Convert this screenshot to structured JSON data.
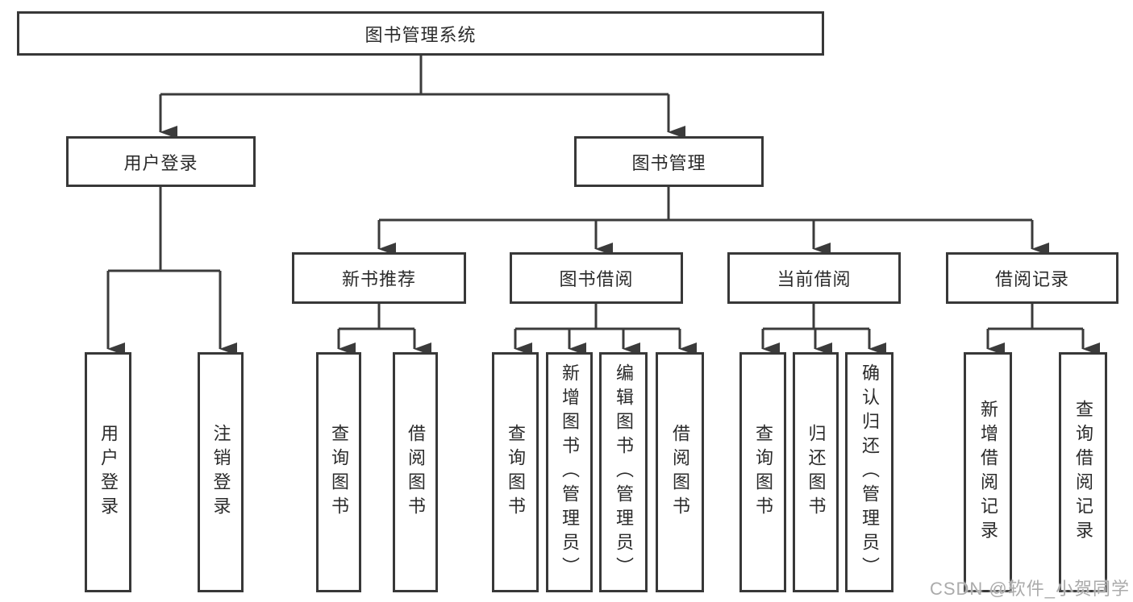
{
  "diagram": {
    "title": "图书管理系统",
    "colors": {
      "line": "#3b3b3b",
      "border": "#383838",
      "text": "#2b2b2b",
      "background": "#ffffff",
      "watermark": "#ababab"
    },
    "root": {
      "label": "图书管理系统"
    },
    "level1": {
      "user_login": {
        "label": "用户登录"
      },
      "book_mgmt": {
        "label": "图书管理"
      }
    },
    "level2": {
      "new_books": {
        "label": "新书推荐"
      },
      "book_borrow": {
        "label": "图书借阅"
      },
      "current_borrow": {
        "label": "当前借阅"
      },
      "borrow_records": {
        "label": "借阅记录"
      }
    },
    "leaves": {
      "user_login_leaf": {
        "label": "用户登录"
      },
      "logout_leaf": {
        "label": "注销登录"
      },
      "nb_query_books": {
        "label": "查询图书"
      },
      "nb_borrow_books": {
        "label": "借阅图书"
      },
      "bb_query_books": {
        "label": "查询图书"
      },
      "bb_add_books": {
        "label": "新增图书（管理员）"
      },
      "bb_edit_books": {
        "label": "编辑图书（管理员）"
      },
      "bb_borrow_books": {
        "label": "借阅图书"
      },
      "cb_query_books": {
        "label": "查询图书"
      },
      "cb_return_books": {
        "label": "归还图书"
      },
      "cb_confirm_return": {
        "label": "确认归还（管理员）"
      },
      "br_add_record": {
        "label": "新增借阅记录"
      },
      "br_query_record": {
        "label": "查询借阅记录"
      }
    },
    "watermark": {
      "text": "CSDN @软件_小贺同学"
    }
  }
}
